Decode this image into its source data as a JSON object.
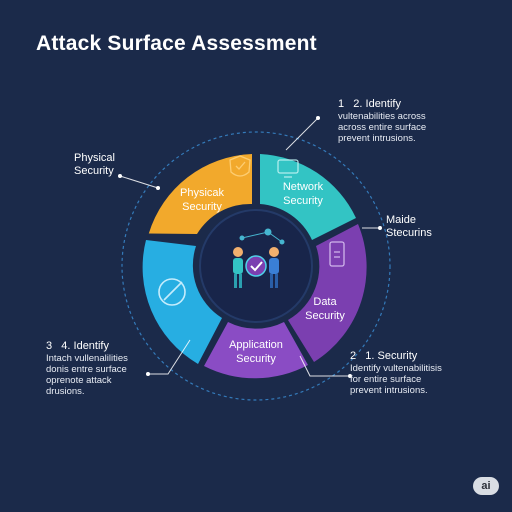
{
  "title": "Attack Surface Assessment",
  "colors": {
    "background": "#1b2a4a",
    "physical": "#f2a92c",
    "network": "#33c4c4",
    "data": "#7b3fb0",
    "application": "#8a4cc4",
    "left_blue": "#27aee2",
    "center": "#18254a",
    "accent": "#4fd0e8"
  },
  "segments": {
    "physical": "Physicak\nSecurity",
    "network": "Network\nSecurity",
    "data": "Data\nSecurity",
    "application": "Application\nSecurity"
  },
  "callouts": {
    "physical": {
      "head": "Physical\nSecurity"
    },
    "top_right": {
      "head": "1   2. Identify",
      "body": "vultenabilities across\nacross entire surface\nprevent intrusions."
    },
    "right": {
      "head": "Maide\nStecurins"
    },
    "bottom_left": {
      "head": "3   4. Identify",
      "body": "Intach vullenalilities\ndonis entre surface\noprenote attack\ndrusions."
    },
    "bottom_right": {
      "head": "2   1. Security",
      "body": "Identify vultenabilitisis\nfor entire surface\nprevent intrusions."
    }
  },
  "icons": [
    "shield-icon",
    "monitor-icon",
    "phone-icon",
    "wrench-icon",
    "people-icon",
    "check-badge-icon"
  ],
  "badge": "ai"
}
